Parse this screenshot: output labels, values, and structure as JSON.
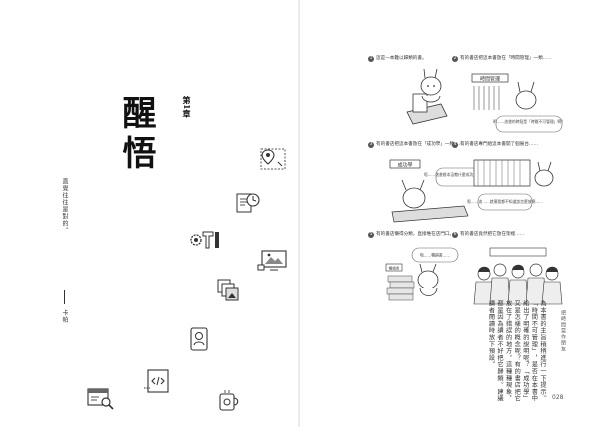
{
  "left_page": {
    "chapter_label": "第1章",
    "chapter_title": "醒悟",
    "quote": "直覺往往是對的。",
    "signature": "卡帕",
    "icons": [
      "location-pin-icon",
      "document-clock-icon",
      "gear-wrench-icon",
      "monitor-image-icon",
      "layers-image-icon",
      "id-card-icon",
      "code-file-icon",
      "browser-search-icon",
      "coffee-mug-icon"
    ]
  },
  "right_page": {
    "panels": [
      {
        "num": "1",
        "caption": "這是一本難以歸類的書。",
        "bubble": ""
      },
      {
        "num": "2",
        "caption": "有的書店把這本書放在「時間管理」一類……",
        "sign": "時間管理",
        "bubble": "明……這書的時段是「時間不可管理」啊？"
      },
      {
        "num": "3",
        "caption": "有的書店把這本書放在「成功學」一類……",
        "sign": "成功學",
        "bubble": "呃……這書根本沒教什麼成功方法啊……"
      },
      {
        "num": "4",
        "caption": "有的書店專門給這本書開了個展台……",
        "bubble": "呃……這……就連我都不知道該怎麼放啊……"
      },
      {
        "num": "5",
        "caption": "有的書店懶得分類，直接堆在店門口。",
        "sign": "暢銷書",
        "bubble": "呃……暢銷書……"
      },
      {
        "num": "6",
        "caption": "有的書店竟然把它放在架裡……",
        "bubble": ""
      }
    ],
    "body_text": "為本書的主旨稍稍進行一下提示。「時間不可管理」，是否在本書中給出了明確的說明呢？「成功學」又是怎樣的概念呢？有的書店把它放在了錯誤的地方。這種種現象，都是因為讀者不好把它歸類。建議讀者閱讀時放下預設。",
    "running_head": "把時間當作朋友",
    "page_number": "028"
  },
  "colors": {
    "ink": "#222222",
    "paper": "#ffffff",
    "gray": "#888888"
  }
}
